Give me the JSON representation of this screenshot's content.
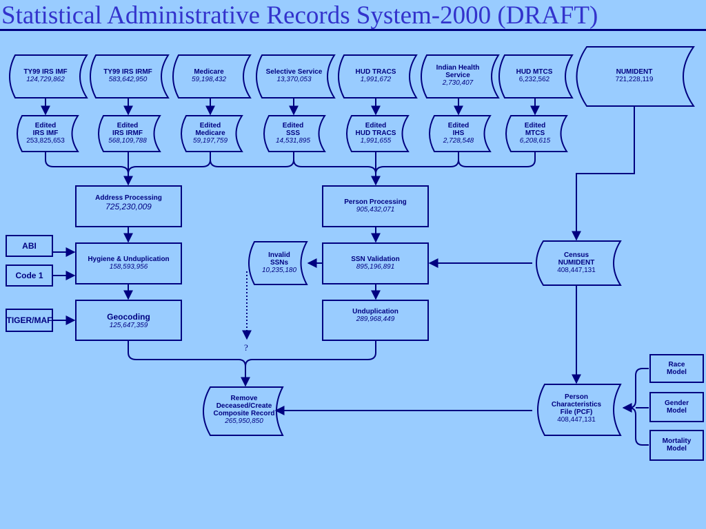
{
  "title": "Statistical Administrative Records System-2000 (DRAFT)",
  "sources": [
    {
      "name": "TY99 IRS IMF",
      "count": "124,729,862",
      "italic": true
    },
    {
      "name": "TY99 IRS IRMF",
      "count": "583,642,950",
      "italic": true
    },
    {
      "name": "Medicare",
      "count": "59,198,432",
      "italic": true
    },
    {
      "name": "Selective Service",
      "count": "13,370,053",
      "italic": true
    },
    {
      "name": "HUD TRACS",
      "count": "1,991,672",
      "italic": true
    },
    {
      "name": "Indian Health Service",
      "count": "2,730,407",
      "italic": true
    },
    {
      "name": "HUD MTCS",
      "count": "6,232,562",
      "italic": false
    },
    {
      "name": "NUMIDENT",
      "count": "721,228,119",
      "italic": false
    }
  ],
  "edited": [
    {
      "line1": "Edited",
      "line2": "IRS IMF",
      "count": "253,825,653"
    },
    {
      "line1": "Edited",
      "line2": "IRS IRMF",
      "count": "568,109,788"
    },
    {
      "line1": "Edited",
      "line2": "Medicare",
      "count": "59,197,759"
    },
    {
      "line1": "Edited",
      "line2": "SSS",
      "count": "14,531,895"
    },
    {
      "line1": "Edited",
      "line2": "HUD TRACS",
      "count": "1,991,655"
    },
    {
      "line1": "Edited",
      "line2": "IHS",
      "count": "2,728,548"
    },
    {
      "line1": "Edited",
      "line2": "MTCS",
      "count": "6,208,615"
    }
  ],
  "process": {
    "address": {
      "name": "Address Processing",
      "count": "725,230,009"
    },
    "hygiene": {
      "name": "Hygiene & Unduplication",
      "count": "158,593,956"
    },
    "geocoding": {
      "name": "Geocoding",
      "count": "125,647,359"
    },
    "person": {
      "name": "Person Processing",
      "count": "905,432,071"
    },
    "ssn": {
      "name": "SSN Validation",
      "count": "895,196,891"
    },
    "undup": {
      "name": "Unduplication",
      "count": "289,968,449"
    },
    "invalid": {
      "line1": "Invalid",
      "line2": "SSNs",
      "count": "10,235,180"
    },
    "census": {
      "line1": "Census",
      "line2": "NUMIDENT",
      "count": "408,447,131"
    },
    "remove": {
      "line1": "Remove",
      "line2": "Deceased/Create",
      "line3": "Composite Record",
      "count": "265,950,850"
    },
    "pcf": {
      "line1": "Person",
      "line2": "Characteristics",
      "line3": "File (PCF)",
      "count": "408,447,131"
    }
  },
  "inputs": {
    "abi": "ABI",
    "code1": "Code 1",
    "tiger": "TIGER/MAF"
  },
  "models": [
    {
      "line1": "Race",
      "line2": "Model"
    },
    {
      "line1": "Gender",
      "line2": "Model"
    },
    {
      "line1": "Mortality",
      "line2": "Model"
    }
  ],
  "question_mark": "?",
  "colors": {
    "background": "#99ccff",
    "ink": "#000080",
    "title": "#3333cc"
  }
}
